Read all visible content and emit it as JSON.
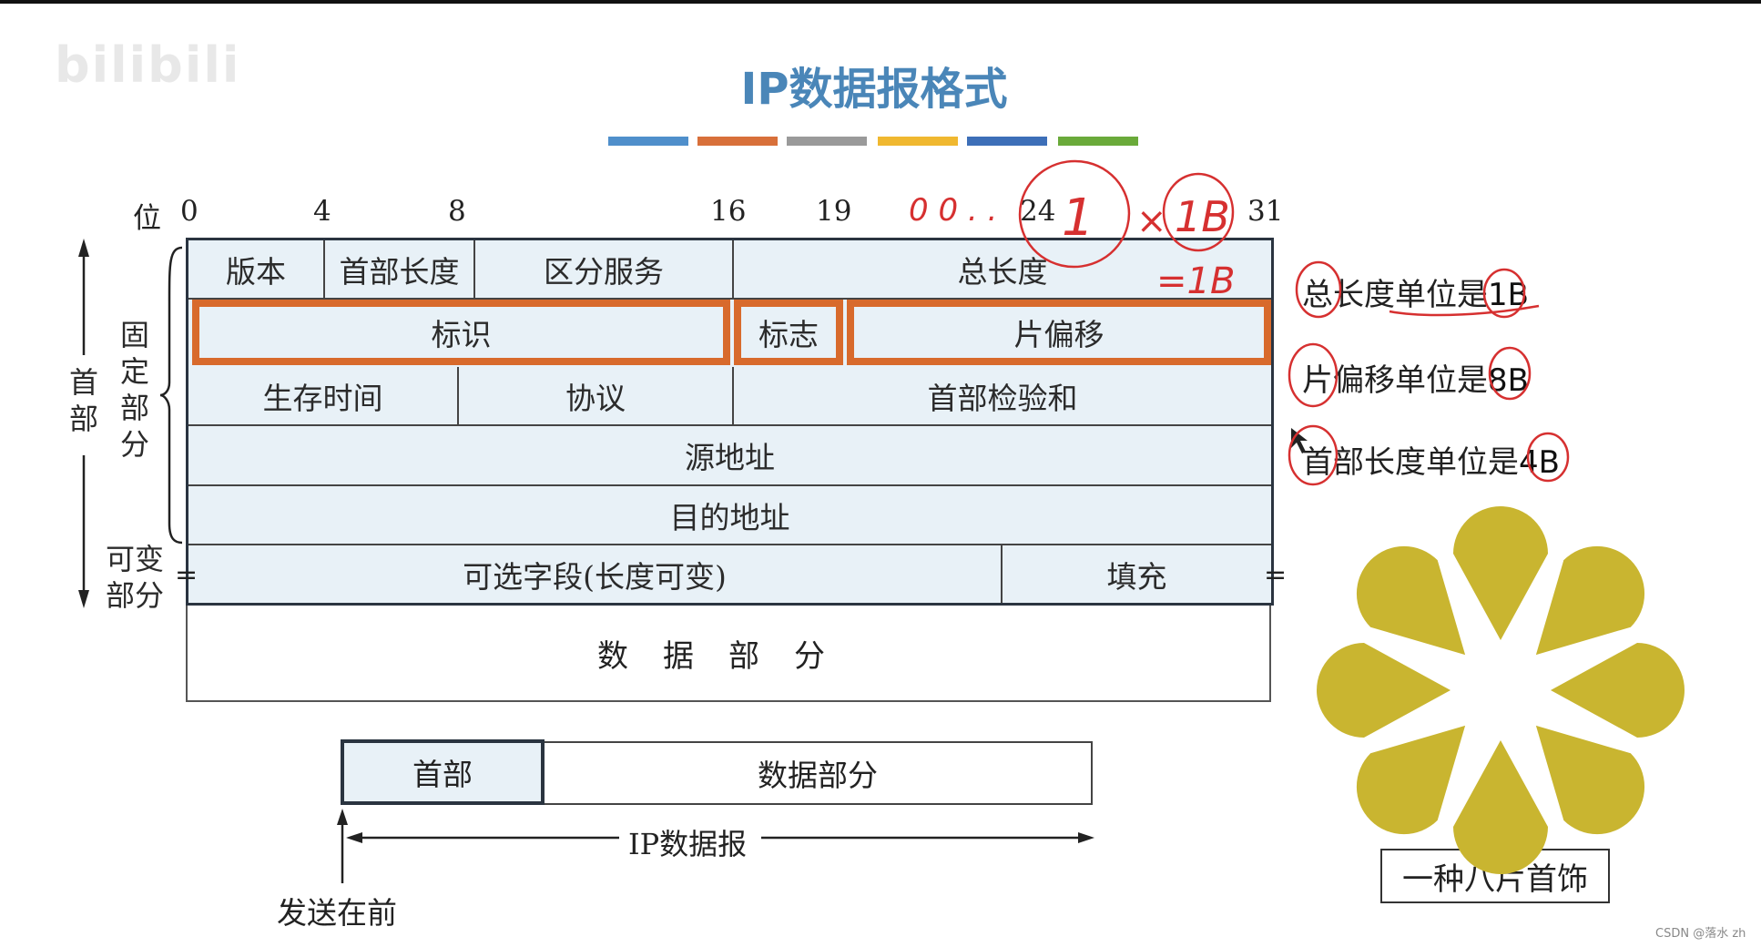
{
  "title": "IP数据报格式",
  "watermark": "bilibili",
  "color_stripes": [
    "#4f8fcb",
    "#d8703a",
    "#9a9a9a",
    "#f0b830",
    "#3d6fb8",
    "#6aaa3a"
  ],
  "bit_axis": {
    "label": "位",
    "ticks": [
      "0",
      "4",
      "8",
      "16",
      "19",
      "24",
      "31"
    ]
  },
  "handwriting": {
    "zeros": "0 0 . .",
    "one": "1",
    "times": "×",
    "one_b": "1B",
    "eq_one_b": "=1B"
  },
  "header": {
    "row1": [
      "版本",
      "首部长度",
      "区分服务",
      "总长度"
    ],
    "row2": [
      "标识",
      "标志",
      "片偏移"
    ],
    "row3": [
      "生存时间",
      "协议",
      "首部检验和"
    ],
    "row4": [
      "源地址"
    ],
    "row5": [
      "目的地址"
    ],
    "row6": [
      "可选字段(长度可变)",
      "填充"
    ]
  },
  "data_part": "数据部分",
  "side_labels": {
    "header": "首部",
    "fixed": "固定部分",
    "variable": "可变部分"
  },
  "notes": [
    {
      "text": "总长度单位是",
      "unit": "1B"
    },
    {
      "text": "片偏移单位是",
      "unit": "8B"
    },
    {
      "text": "首部长度单位是",
      "unit": "4B"
    }
  ],
  "datagram": {
    "header": "首部",
    "data": "数据部分",
    "arrow_label": "IP数据报",
    "send_first": "发送在前"
  },
  "flower": {
    "petal_color": "#c9b530",
    "caption": "一种八片首饰"
  },
  "credit": "CSDN @落水 zh"
}
